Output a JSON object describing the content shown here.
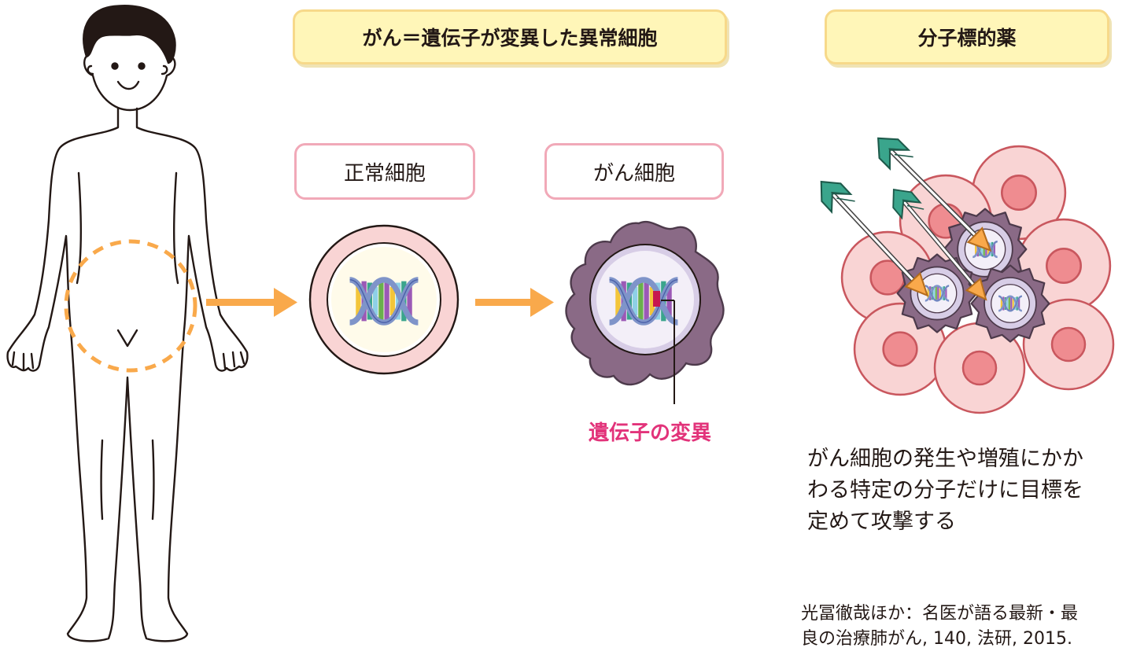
{
  "header": {
    "cancer_definition": "がん＝遺伝子が変異した異常細胞",
    "targeted_drug": "分子標的薬"
  },
  "cells": {
    "normal_label": "正常細胞",
    "cancer_label": "がん細胞",
    "mutation_label": "遺伝子の変異"
  },
  "description": {
    "lines": [
      "がん細胞の発生や増殖にかか",
      "わる特定の分子だけに目標を",
      "定めて攻撃する"
    ]
  },
  "citation": {
    "lines": [
      "光冨徹哉ほか：名医が語る最新・最",
      "良の治療肺がん, 140, 法研, 2015."
    ]
  },
  "colors": {
    "arrow": "#f9a94b",
    "label_box_fill": "#fff6b8",
    "label_box_border": "#f7d98a",
    "cell_label_border": "#f1a9b8",
    "mutation_text": "#e2337a",
    "cancer_cell": "#8a6a86",
    "normal_cell_outer": "#f9d4d4",
    "tumor_nucleus": "#ef8c90",
    "arrow_fletching": "#3aa58c"
  },
  "icons": {
    "person": "human-body-outline",
    "dna": "dna-double-helix",
    "arrow": "orange-arrow-right"
  }
}
